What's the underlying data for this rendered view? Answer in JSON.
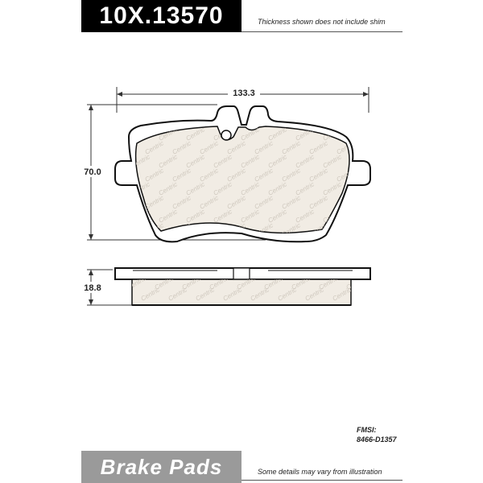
{
  "header": {
    "part_number": "10X.13570",
    "note": "Thickness shown does not include shim"
  },
  "dimensions": {
    "width": "133.3",
    "height": "70.0",
    "thickness": "18.8"
  },
  "pad_logo_text": "Centric",
  "fmsi": {
    "label": "FMSI:",
    "code": "8466-D1357"
  },
  "footer": {
    "category": "Brake Pads",
    "note": "Some details may vary from illustration"
  },
  "colors": {
    "header_bg": "#000000",
    "footer_bg": "#9a9a9a",
    "friction_fill": "#f1ece4"
  }
}
